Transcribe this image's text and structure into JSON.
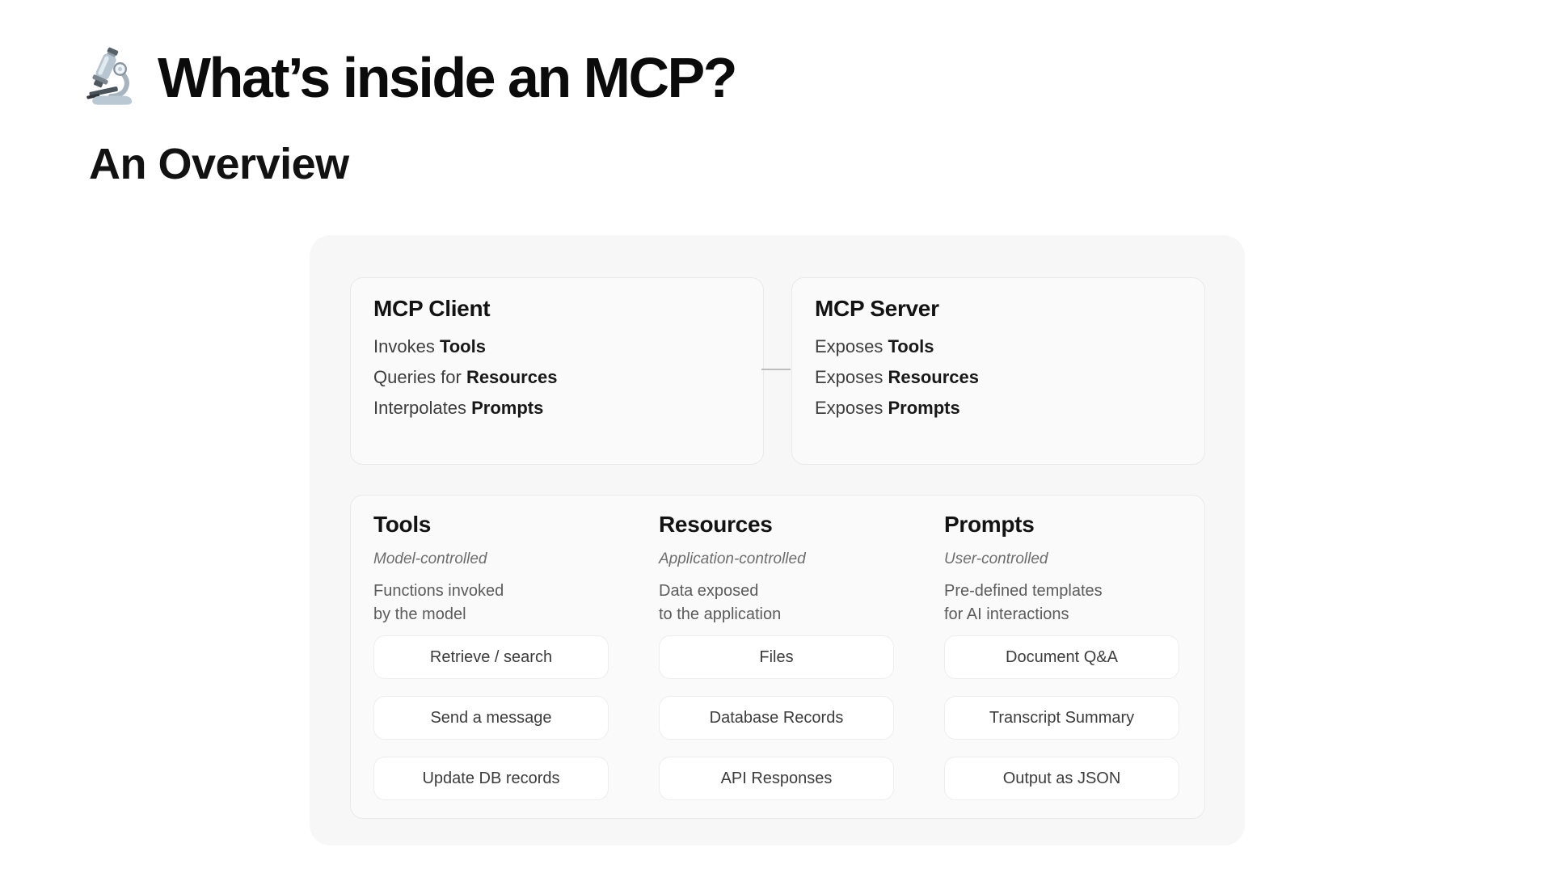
{
  "header": {
    "title": "What’s inside an MCP?",
    "subtitle": "An Overview",
    "icon": "microscope-icon"
  },
  "client_card": {
    "title": "MCP Client",
    "items": [
      {
        "text": "Invokes ",
        "bold": "Tools"
      },
      {
        "text": "Queries for ",
        "bold": "Resources"
      },
      {
        "text": "Interpolates ",
        "bold": "Prompts"
      }
    ]
  },
  "server_card": {
    "title": "MCP Server",
    "items": [
      {
        "text": "Exposes ",
        "bold": "Tools"
      },
      {
        "text": "Exposes ",
        "bold": "Resources"
      },
      {
        "text": "Exposes ",
        "bold": "Prompts"
      }
    ]
  },
  "columns": [
    {
      "title": "Tools",
      "control": "Model-controlled",
      "description_line1": "Functions invoked",
      "description_line2": "by the model",
      "chips": [
        "Retrieve / search",
        "Send a message",
        "Update DB records"
      ]
    },
    {
      "title": "Resources",
      "control": "Application-controlled",
      "description_line1": "Data exposed",
      "description_line2": "to the application",
      "chips": [
        "Files",
        "Database Records",
        "API Responses"
      ]
    },
    {
      "title": "Prompts",
      "control": "User-controlled",
      "description_line1": "Pre-defined templates",
      "description_line2": "for AI interactions",
      "chips": [
        "Document Q&A",
        "Transcript Summary",
        "Output as JSON"
      ]
    }
  ],
  "colors": {
    "page_bg": "#ffffff",
    "panel_bg": "#f7f7f7",
    "card_bg": "#fafafa",
    "card_border": "#e9e9e9",
    "chip_bg": "#ffffff",
    "chip_border": "#ededed",
    "text_primary": "#131313",
    "text_body": "#3e3e3e",
    "text_muted": "#6d6d6d",
    "connector": "#bdbdbd"
  }
}
